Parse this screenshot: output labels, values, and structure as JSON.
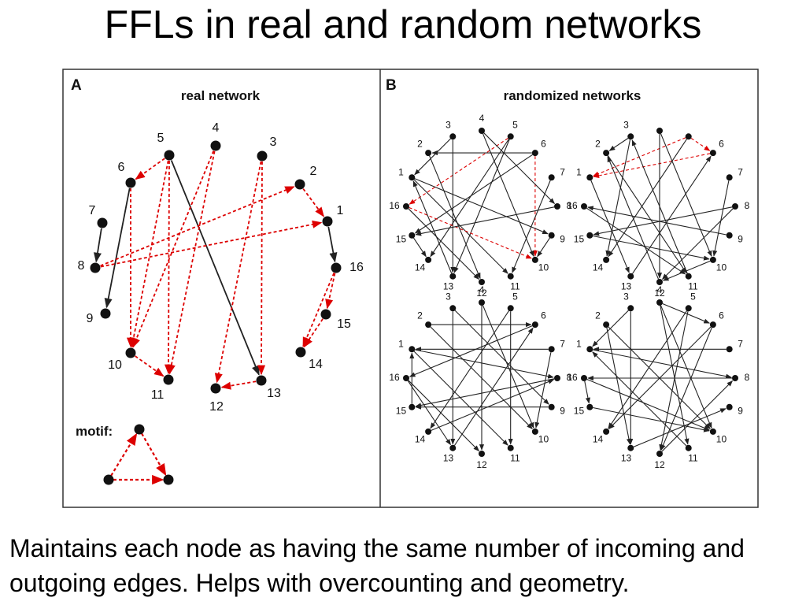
{
  "slide": {
    "title": "FFLs in real and random networks",
    "caption": "Maintains each node as having the same number of incoming and outgoing edges. Helps with overcounting and geometry."
  },
  "colors": {
    "black_edge": "#222222",
    "red_edge": "#dd0000",
    "node": "#111111"
  },
  "panel_a": {
    "letter": "A",
    "title": "real network",
    "motif_label": "motif:",
    "node_labels": [
      "1",
      "2",
      "3",
      "4",
      "5",
      "6",
      "7",
      "8",
      "9",
      "10",
      "11",
      "12",
      "13",
      "14",
      "15",
      "16"
    ],
    "edges": [
      {
        "from": "5",
        "to": "6",
        "color": "red"
      },
      {
        "from": "5",
        "to": "10",
        "color": "red"
      },
      {
        "from": "5",
        "to": "11",
        "color": "red"
      },
      {
        "from": "5",
        "to": "13",
        "color": "black"
      },
      {
        "from": "6",
        "to": "10",
        "color": "red"
      },
      {
        "from": "6",
        "to": "9",
        "color": "black"
      },
      {
        "from": "4",
        "to": "10",
        "color": "red"
      },
      {
        "from": "4",
        "to": "11",
        "color": "red"
      },
      {
        "from": "3",
        "to": "12",
        "color": "red"
      },
      {
        "from": "3",
        "to": "13",
        "color": "red"
      },
      {
        "from": "13",
        "to": "12",
        "color": "red"
      },
      {
        "from": "10",
        "to": "11",
        "color": "red"
      },
      {
        "from": "7",
        "to": "8",
        "color": "black"
      },
      {
        "from": "8",
        "to": "2",
        "color": "red"
      },
      {
        "from": "8",
        "to": "1",
        "color": "red"
      },
      {
        "from": "2",
        "to": "1",
        "color": "red"
      },
      {
        "from": "1",
        "to": "16",
        "color": "black"
      },
      {
        "from": "16",
        "to": "14",
        "color": "red"
      },
      {
        "from": "16",
        "to": "15",
        "color": "red"
      },
      {
        "from": "15",
        "to": "14",
        "color": "red"
      }
    ]
  },
  "panel_b": {
    "letter": "B",
    "title": "randomized networks",
    "networks": [
      {
        "name": "randomized-network-1",
        "node_labels": [
          "1",
          "2",
          "3",
          "4",
          "5",
          "6",
          "7",
          "8",
          "9",
          "10",
          "11",
          "12",
          "13",
          "14",
          "15",
          "16"
        ],
        "edges": [
          {
            "from": "6",
            "to": "2",
            "color": "black"
          },
          {
            "from": "6",
            "to": "15",
            "color": "black"
          },
          {
            "from": "6",
            "to": "10",
            "color": "red"
          },
          {
            "from": "5",
            "to": "16",
            "color": "red"
          },
          {
            "from": "5",
            "to": "13",
            "color": "black"
          },
          {
            "from": "5",
            "to": "14",
            "color": "black"
          },
          {
            "from": "4",
            "to": "10",
            "color": "black"
          },
          {
            "from": "4",
            "to": "8",
            "color": "black"
          },
          {
            "from": "3",
            "to": "13",
            "color": "black"
          },
          {
            "from": "3",
            "to": "1",
            "color": "black"
          },
          {
            "from": "1",
            "to": "9",
            "color": "black"
          },
          {
            "from": "1",
            "to": "11",
            "color": "black"
          },
          {
            "from": "16",
            "to": "10",
            "color": "red"
          },
          {
            "from": "16",
            "to": "12",
            "color": "black"
          },
          {
            "from": "7",
            "to": "11",
            "color": "black"
          },
          {
            "from": "8",
            "to": "15",
            "color": "black"
          },
          {
            "from": "15",
            "to": "14",
            "color": "black"
          },
          {
            "from": "2",
            "to": "12",
            "color": "black"
          },
          {
            "from": "9",
            "to": "10",
            "color": "black"
          },
          {
            "from": "13",
            "to": "1",
            "color": "black"
          }
        ]
      },
      {
        "name": "randomized-network-2",
        "node_labels": [
          "1",
          "2",
          "3",
          "6",
          "7",
          "8",
          "9",
          "10",
          "11",
          "12",
          "13",
          "14",
          "15",
          "16"
        ],
        "edges": [
          {
            "from": "5",
            "to": "6",
            "color": "red"
          },
          {
            "from": "6",
            "to": "1",
            "color": "red"
          },
          {
            "from": "5",
            "to": "1",
            "color": "red"
          },
          {
            "from": "3",
            "to": "2",
            "color": "black"
          },
          {
            "from": "4",
            "to": "12",
            "color": "black"
          },
          {
            "from": "4",
            "to": "10",
            "color": "black"
          },
          {
            "from": "3",
            "to": "14",
            "color": "black"
          },
          {
            "from": "2",
            "to": "11",
            "color": "black"
          },
          {
            "from": "1",
            "to": "13",
            "color": "black"
          },
          {
            "from": "8",
            "to": "15",
            "color": "black"
          },
          {
            "from": "8",
            "to": "12",
            "color": "black"
          },
          {
            "from": "7",
            "to": "10",
            "color": "black"
          },
          {
            "from": "9",
            "to": "16",
            "color": "black"
          },
          {
            "from": "16",
            "to": "11",
            "color": "black"
          },
          {
            "from": "10",
            "to": "12",
            "color": "black"
          },
          {
            "from": "15",
            "to": "10",
            "color": "black"
          },
          {
            "from": "5",
            "to": "14",
            "color": "black"
          },
          {
            "from": "12",
            "to": "2",
            "color": "black"
          },
          {
            "from": "13",
            "to": "6",
            "color": "black"
          },
          {
            "from": "11",
            "to": "3",
            "color": "black"
          }
        ]
      },
      {
        "name": "randomized-network-3",
        "node_labels": [
          "1",
          "2",
          "3",
          "4",
          "5",
          "6",
          "7",
          "8",
          "9",
          "10",
          "11",
          "12",
          "13",
          "14",
          "15",
          "16"
        ],
        "edges": [
          {
            "from": "2",
            "to": "6",
            "color": "black"
          },
          {
            "from": "5",
            "to": "11",
            "color": "black"
          },
          {
            "from": "5",
            "to": "14",
            "color": "black"
          },
          {
            "from": "4",
            "to": "12",
            "color": "black"
          },
          {
            "from": "4",
            "to": "10",
            "color": "black"
          },
          {
            "from": "3",
            "to": "13",
            "color": "black"
          },
          {
            "from": "3",
            "to": "9",
            "color": "black"
          },
          {
            "from": "1",
            "to": "8",
            "color": "black"
          },
          {
            "from": "1",
            "to": "11",
            "color": "black"
          },
          {
            "from": "16",
            "to": "13",
            "color": "black"
          },
          {
            "from": "16",
            "to": "12",
            "color": "black"
          },
          {
            "from": "7",
            "to": "10",
            "color": "black"
          },
          {
            "from": "8",
            "to": "15",
            "color": "black"
          },
          {
            "from": "6",
            "to": "16",
            "color": "black"
          },
          {
            "from": "7",
            "to": "1",
            "color": "black"
          },
          {
            "from": "9",
            "to": "15",
            "color": "black"
          },
          {
            "from": "2",
            "to": "10",
            "color": "black"
          },
          {
            "from": "15",
            "to": "1",
            "color": "black"
          },
          {
            "from": "14",
            "to": "8",
            "color": "black"
          },
          {
            "from": "13",
            "to": "6",
            "color": "black"
          }
        ]
      },
      {
        "name": "randomized-network-4",
        "node_labels": [
          "1",
          "2",
          "3",
          "4",
          "5",
          "6",
          "7",
          "8",
          "9",
          "10",
          "11",
          "12",
          "13",
          "14",
          "15",
          "16"
        ],
        "edges": [
          {
            "from": "7",
            "to": "1",
            "color": "black"
          },
          {
            "from": "8",
            "to": "16",
            "color": "black"
          },
          {
            "from": "2",
            "to": "10",
            "color": "black"
          },
          {
            "from": "5",
            "to": "12",
            "color": "black"
          },
          {
            "from": "5",
            "to": "14",
            "color": "black"
          },
          {
            "from": "4",
            "to": "10",
            "color": "black"
          },
          {
            "from": "4",
            "to": "11",
            "color": "black"
          },
          {
            "from": "3",
            "to": "13",
            "color": "black"
          },
          {
            "from": "3",
            "to": "1",
            "color": "black"
          },
          {
            "from": "16",
            "to": "10",
            "color": "black"
          },
          {
            "from": "16",
            "to": "15",
            "color": "black"
          },
          {
            "from": "6",
            "to": "12",
            "color": "black"
          },
          {
            "from": "6",
            "to": "14",
            "color": "black"
          },
          {
            "from": "1",
            "to": "8",
            "color": "black"
          },
          {
            "from": "15",
            "to": "10",
            "color": "black"
          },
          {
            "from": "13",
            "to": "9",
            "color": "black"
          },
          {
            "from": "4",
            "to": "6",
            "color": "black"
          },
          {
            "from": "2",
            "to": "13",
            "color": "black"
          },
          {
            "from": "11",
            "to": "1",
            "color": "black"
          },
          {
            "from": "12",
            "to": "8",
            "color": "black"
          }
        ]
      }
    ]
  }
}
